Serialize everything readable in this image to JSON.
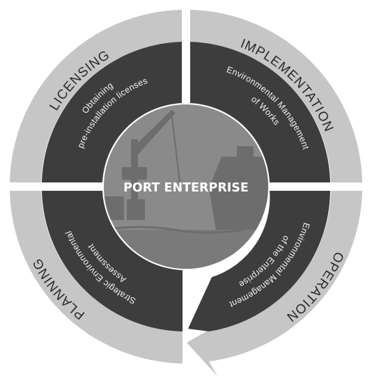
{
  "center": {
    "title": "PORT ENTERPRISE"
  },
  "phases": [
    {
      "name": "LICENSING",
      "action_line1": "Obtaining",
      "action_line2": "pre-installation licenses"
    },
    {
      "name": "IMPLEMENTATION",
      "action_line1": "Environmental Management",
      "action_line2": "of Works"
    },
    {
      "name": "OPERATION",
      "action_line1": "Environmental Management",
      "action_line2": "of the Enterprise"
    },
    {
      "name": "PLANNING",
      "action_line1": "Strategic Environmental",
      "action_line2": "Assessment"
    }
  ],
  "colors": {
    "outer_ring": "#c6c6c6",
    "inner_ring": "#3d3d3d",
    "center_bg": "#8a8a8a",
    "illustration": "#6d6d6d"
  }
}
